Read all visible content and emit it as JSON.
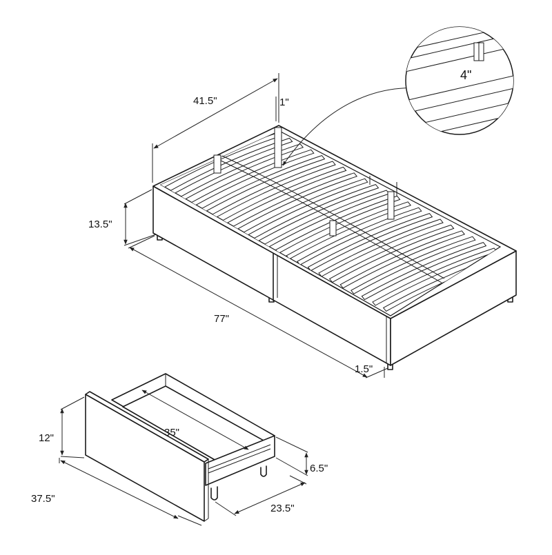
{
  "bed": {
    "width_label": "41.5\"",
    "top_offset_label": "1\"",
    "height_label": "13.5\"",
    "length_label": "77\"",
    "bottom_offset_label": "1.5\""
  },
  "detail": {
    "slat_gap_label": "4\""
  },
  "drawer": {
    "height_label": "12\"",
    "inner_width_label": "35\"",
    "front_width_label": "37.5\"",
    "depth_label": "23.5\"",
    "box_height_label": "6.5\""
  },
  "colors": {
    "line": "#1a1a1a",
    "fill": "#ffffff"
  }
}
